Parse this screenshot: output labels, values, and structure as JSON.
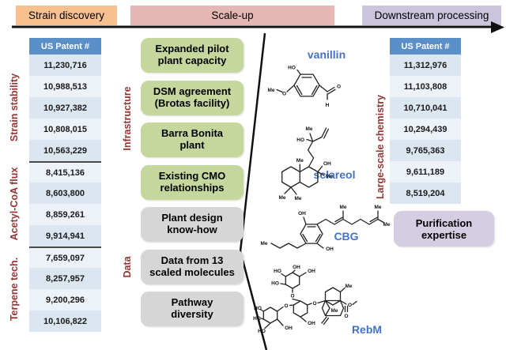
{
  "header": {
    "stages": [
      {
        "label": "Strain discovery",
        "color": "#F9C08F"
      },
      {
        "label": "Scale-up",
        "color": "#E5B8B5"
      },
      {
        "label": "Downstream processing",
        "color": "#CBC4DD"
      }
    ]
  },
  "left_panel": {
    "table_header": "US Patent #",
    "groups": [
      {
        "label": "Strain stability",
        "patents": [
          "11,230,716",
          "10,988,513",
          "10,927,382",
          "10,808,015",
          "10,563,229"
        ]
      },
      {
        "label": "Acetyl-CoA flux",
        "patents": [
          "8,415,136",
          "8,603,800",
          "8,859,261",
          "9,914,941"
        ]
      },
      {
        "label": "Terpene tech.",
        "patents": [
          "7,659,097",
          "8,257,957",
          "9,200,296",
          "10,106,822"
        ]
      }
    ]
  },
  "scale_up": {
    "groups": [
      {
        "label": "Infrastructure",
        "boxes": [
          "Expanded pilot plant capacity",
          "DSM agreement (Brotas facility)",
          "Barra Bonita plant",
          "Existing CMO relationships"
        ]
      },
      {
        "label": "Data",
        "boxes": [
          "Plant design know-how",
          "Data from 13 scaled molecules",
          "Pathway diversity"
        ]
      }
    ]
  },
  "molecules": [
    {
      "name": "vanillin",
      "atoms": [
        "HO",
        "Me",
        "O",
        "O",
        "H"
      ]
    },
    {
      "name": "sclareol",
      "atoms": [
        "Me",
        "HO",
        "Me",
        "OH",
        "Me",
        "Me",
        "Me"
      ]
    },
    {
      "name": "CBG",
      "atoms": [
        "OH",
        "OH",
        "Me",
        "Me",
        "Me",
        "Me"
      ]
    },
    {
      "name": "RebM",
      "atoms": [
        "HO",
        "OH",
        "OH",
        "HO",
        "O",
        "O",
        "OH",
        "O",
        "HO",
        "HO",
        "HO",
        "OH",
        "Me",
        "Me",
        "O",
        "O"
      ]
    }
  ],
  "right_panel": {
    "label": "Large-scale chemistry",
    "table_header": "US Patent #",
    "patents": [
      "11,312,976",
      "11,103,808",
      "10,710,041",
      "10,294,439",
      "9,765,363",
      "9,611,189",
      "8,519,204"
    ],
    "purification": "Purification expertise"
  },
  "colors": {
    "table_header_blue": "#5B8FC7",
    "row_blue": "#DCE6F1",
    "row_light": "#EDF2F9",
    "box_green": "#C6D79E",
    "box_gray": "#D6D6D6",
    "purification_purple": "#D5CEE3",
    "section_label_red": "#943634",
    "molecule_label_blue": "#4472C4"
  }
}
